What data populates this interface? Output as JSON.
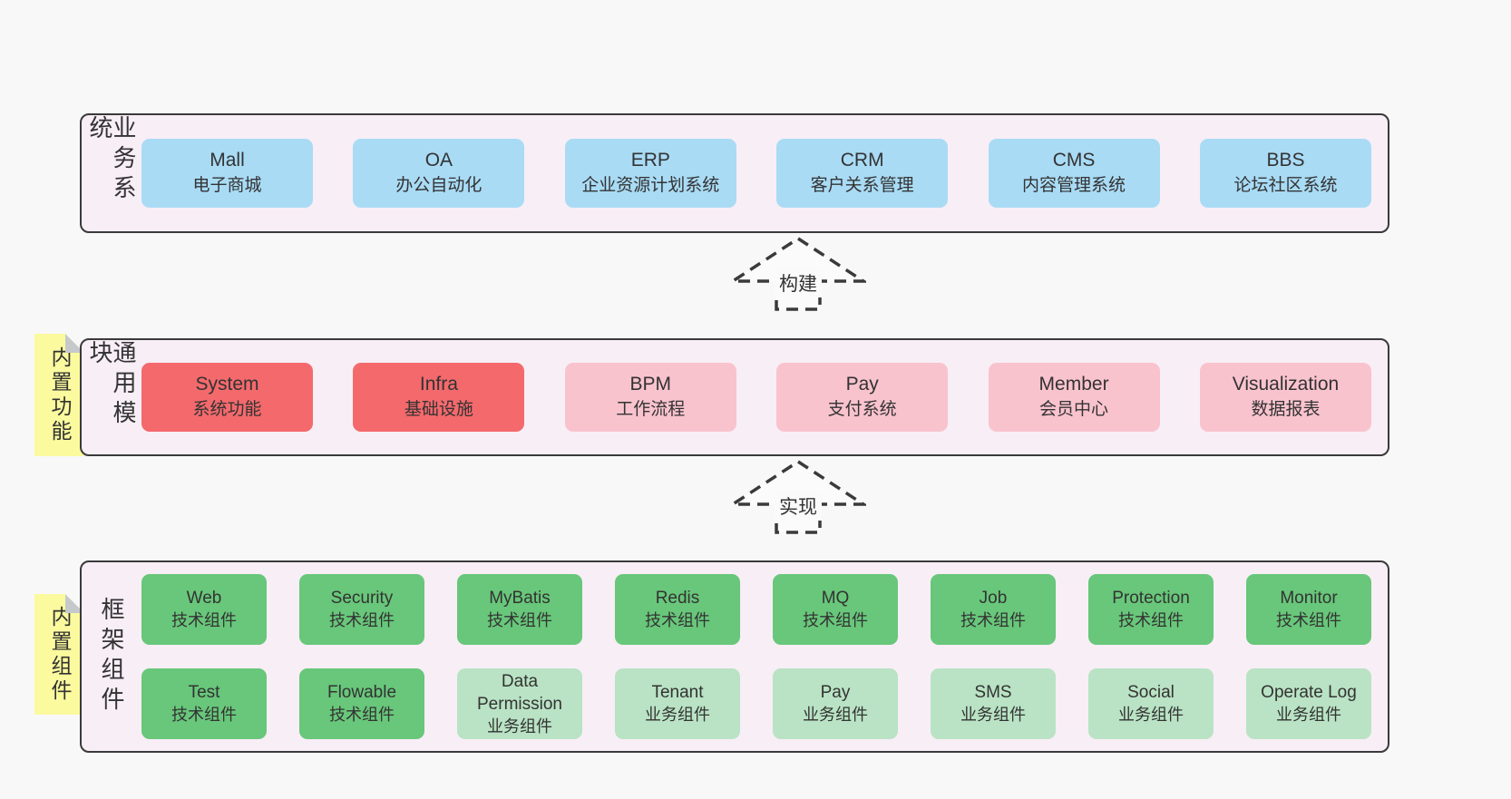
{
  "diagram": {
    "title": "architecture-stack-diagram",
    "colors": {
      "page_bg": "#f8f8f8",
      "band_bg": "#f8eef6",
      "band_border": "#3a3a3a",
      "blue_box": "#a9dbf5",
      "red_box": "#f4696c",
      "pink_box": "#f9c3ce",
      "green_box": "#68c77a",
      "green_light_box": "#b9e3c4",
      "note_bg": "#fbfa9e",
      "text": "#333333"
    },
    "arrows": [
      {
        "label": "构建"
      },
      {
        "label": "实现"
      }
    ],
    "bands": [
      {
        "label": "业务系统",
        "boxes": [
          {
            "title": "Mall",
            "subtitle": "电子商城"
          },
          {
            "title": "OA",
            "subtitle": "办公自动化"
          },
          {
            "title": "ERP",
            "subtitle": "企业资源计划系统"
          },
          {
            "title": "CRM",
            "subtitle": "客户关系管理"
          },
          {
            "title": "CMS",
            "subtitle": "内容管理系统"
          },
          {
            "title": "BBS",
            "subtitle": "论坛社区系统"
          }
        ]
      },
      {
        "label": "通用模块",
        "note": "内置功能",
        "boxes": [
          {
            "title": "System",
            "subtitle": "系统功能"
          },
          {
            "title": "Infra",
            "subtitle": "基础设施"
          },
          {
            "title": "BPM",
            "subtitle": "工作流程"
          },
          {
            "title": "Pay",
            "subtitle": "支付系统"
          },
          {
            "title": "Member",
            "subtitle": "会员中心"
          },
          {
            "title": "Visualization",
            "subtitle": "数据报表"
          }
        ]
      },
      {
        "label": "框架组件",
        "note": "内置组件",
        "rows": [
          [
            {
              "title": "Web",
              "subtitle": "技术组件"
            },
            {
              "title": "Security",
              "subtitle": "技术组件"
            },
            {
              "title": "MyBatis",
              "subtitle": "技术组件"
            },
            {
              "title": "Redis",
              "subtitle": "技术组件"
            },
            {
              "title": "MQ",
              "subtitle": "技术组件"
            },
            {
              "title": "Job",
              "subtitle": "技术组件"
            },
            {
              "title": "Protection",
              "subtitle": "技术组件"
            },
            {
              "title": "Monitor",
              "subtitle": "技术组件"
            }
          ],
          [
            {
              "title": "Test",
              "subtitle": "技术组件"
            },
            {
              "title": "Flowable",
              "subtitle": "技术组件"
            },
            {
              "title": "Data Permission",
              "subtitle": "业务组件"
            },
            {
              "title": "Tenant",
              "subtitle": "业务组件"
            },
            {
              "title": "Pay",
              "subtitle": "业务组件"
            },
            {
              "title": "SMS",
              "subtitle": "业务组件"
            },
            {
              "title": "Social",
              "subtitle": "业务组件"
            },
            {
              "title": "Operate Log",
              "subtitle": "业务组件"
            }
          ]
        ]
      }
    ]
  }
}
